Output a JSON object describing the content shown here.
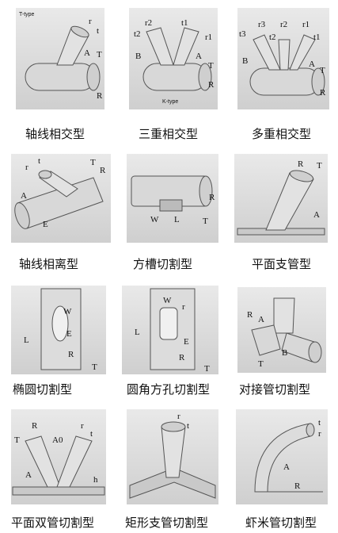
{
  "cells": [
    {
      "caption": "轴线相交型",
      "tag": "T-type",
      "labels": [
        "r",
        "t",
        "A",
        "T",
        "R"
      ]
    },
    {
      "caption": "三重相交型",
      "tag": "K-type",
      "labels": [
        "t2",
        "r2",
        "t1",
        "r1",
        "B",
        "A",
        "T",
        "R"
      ]
    },
    {
      "caption": "多重相交型",
      "labels": [
        "t3",
        "r3",
        "t2",
        "r2",
        "r1",
        "t1",
        "B",
        "A",
        "T",
        "R"
      ]
    },
    {
      "caption": "轴线相离型",
      "labels": [
        "r",
        "t",
        "T",
        "R",
        "A",
        "E"
      ]
    },
    {
      "caption": "方槽切割型",
      "labels": [
        "R",
        "T",
        "W",
        "L"
      ]
    },
    {
      "caption": "平面支管型",
      "labels": [
        "R",
        "T",
        "A"
      ]
    },
    {
      "caption": "椭圆切割型",
      "labels": [
        "W",
        "L",
        "E",
        "R",
        "T"
      ]
    },
    {
      "caption": "圆角方孔切割型",
      "labels": [
        "W",
        "r",
        "L",
        "E",
        "R",
        "T"
      ]
    },
    {
      "caption": "对接管切割型",
      "labels": [
        "R",
        "A",
        "B",
        "T"
      ]
    },
    {
      "caption": "平面双管切割型",
      "labels": [
        "T",
        "R",
        "A0",
        "r",
        "t",
        "A",
        "h"
      ]
    },
    {
      "caption": "矩形支管切割型",
      "labels": [
        "r",
        "t"
      ]
    },
    {
      "caption": "虾米管切割型",
      "labels": [
        "t",
        "r",
        "A",
        "R"
      ]
    }
  ]
}
